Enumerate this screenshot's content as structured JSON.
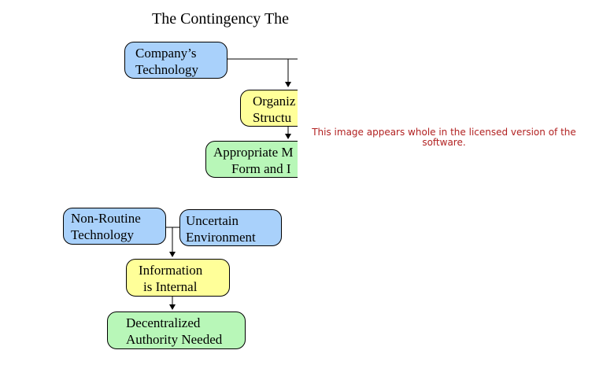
{
  "title": "The Contingency The",
  "top_section": {
    "company_technology": [
      "Company’s",
      "Technology"
    ],
    "organization_structure": [
      "Organiz",
      "Structu"
    ],
    "appropriate_form": [
      "Appropriate M",
      "Form and I"
    ]
  },
  "bottom_section": {
    "non_routine": [
      "Non-Routine",
      "Technology"
    ],
    "uncertain_env": [
      "Uncertain",
      "Environment"
    ],
    "information": [
      "Information",
      "is Internal"
    ],
    "decentralized": [
      "Decentralized",
      "Authority Needed"
    ]
  },
  "colors": {
    "blue": "#a9d1fb",
    "yellow": "#ffff99",
    "green": "#b8f7b8",
    "notice": "#b22222"
  },
  "notice_text": "This image appears whole in the licensed version of the software."
}
